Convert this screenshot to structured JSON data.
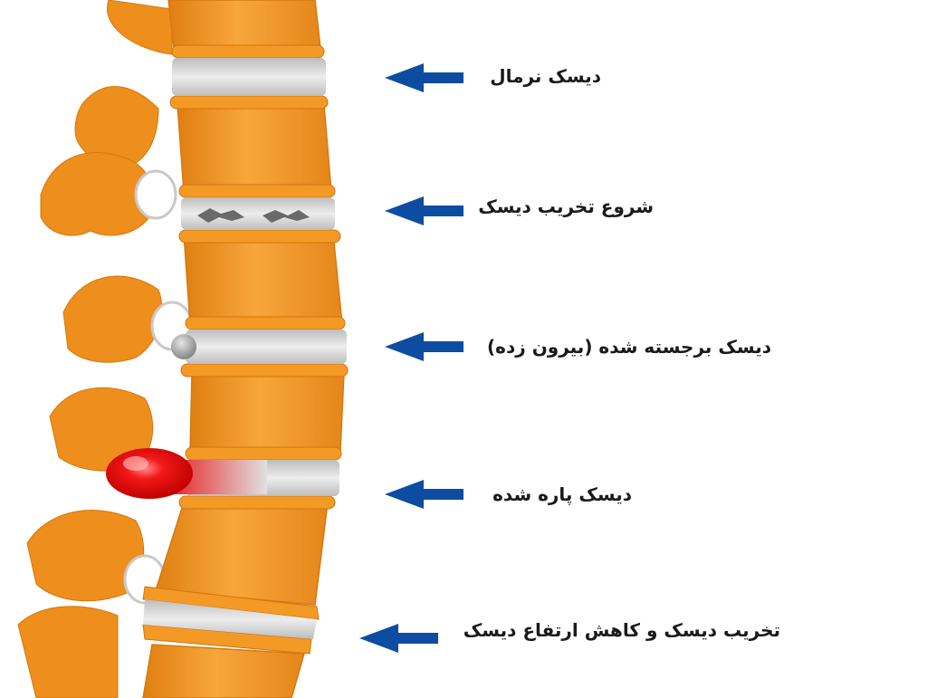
{
  "labels": [
    "دیسک نرمال",
    "شروع تخریب دیسک",
    "دیسک برجسته شده (بیرون زده)",
    "دیسک پاره شده",
    "تخریب دیسک و کاهش ارتفاع دیسک"
  ],
  "colors": {
    "bone": "#F0921E",
    "bone_light": "#F7A63A",
    "bone_shadow": "#D9790F",
    "disc": "#CFCFCF",
    "disc_highlight": "#EDEDED",
    "crack": "#6A6A6A",
    "bulge": "#9C9C9C",
    "rupture": "#E80E0E",
    "arrow": "#0D4DA1"
  },
  "icons": [
    "arrow-left-icon"
  ]
}
